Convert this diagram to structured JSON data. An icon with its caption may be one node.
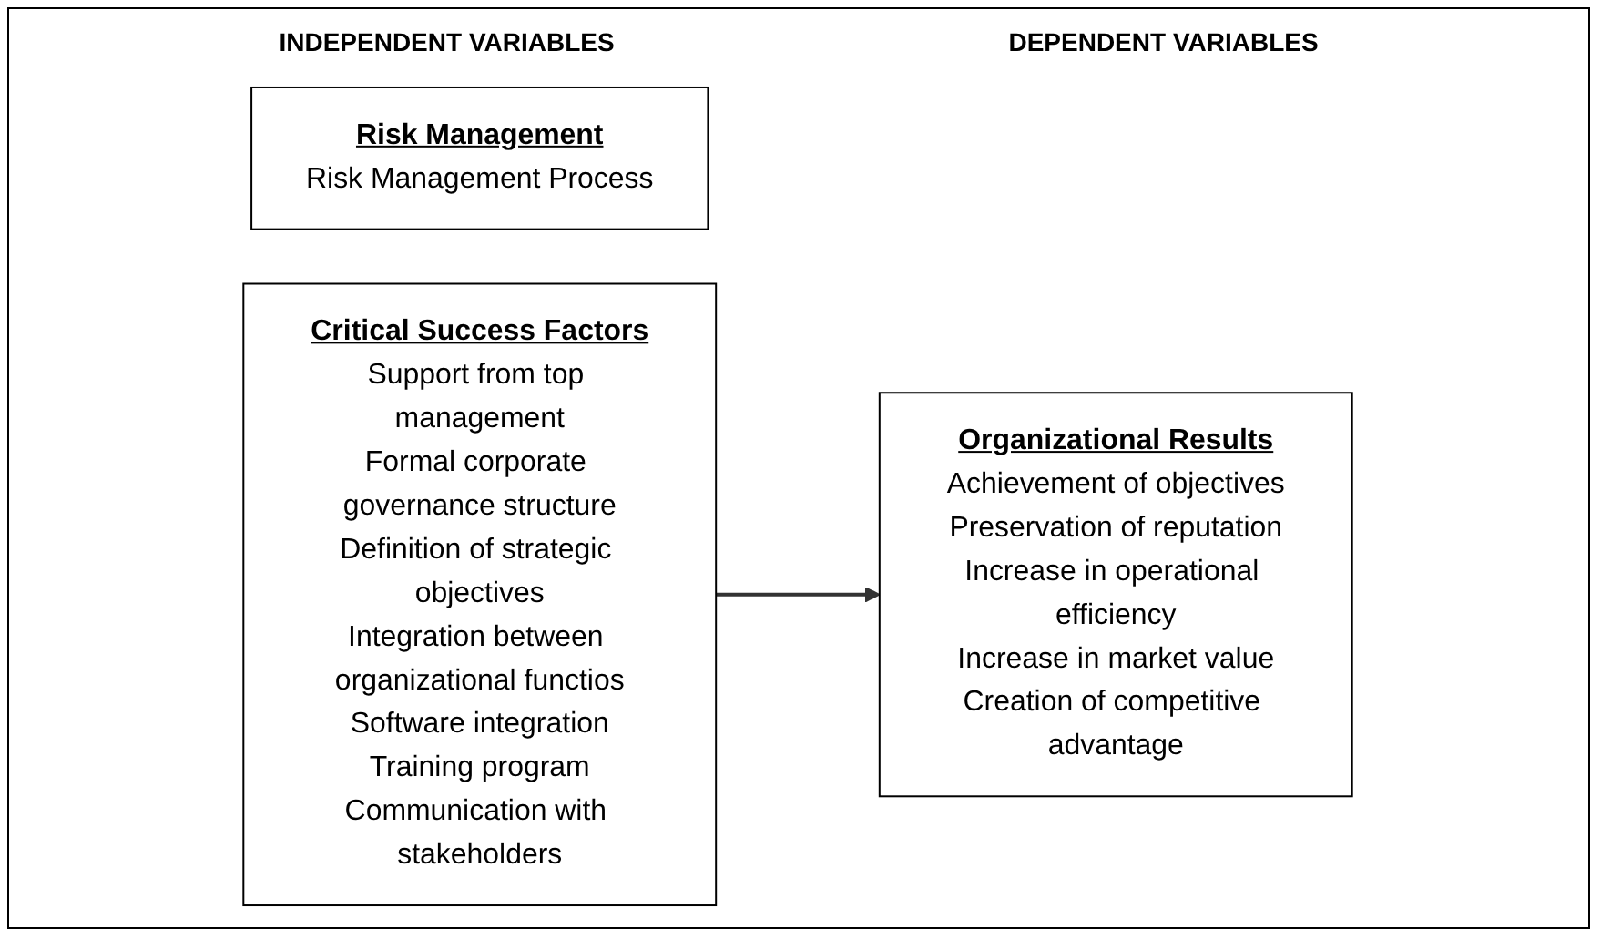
{
  "diagram": {
    "nodes": [
      {
        "text": [
          "Risk Management",
          "Risk Management Process"
        ]
      },
      {
        "text": [
          "Critical Success Factors",
          "Support from top management",
          "Formal corporate governance structure",
          "Definition of strategic objectives",
          "Integration between organizational functios",
          "Software integration",
          "Training program",
          "Communication with stakeholders"
        ]
      },
      {
        "text": [
          "Organizational Results",
          "Achievement of objectives",
          "Preservation of reputation",
          "Increase in operational efficiency",
          "Increase in market value",
          "Creation of competitive advantage"
        ]
      }
    ],
    "edges": [
      {
        "from": 1,
        "to": 2,
        "arrow": "to"
      }
    ],
    "labels": [
      "INDEPENDENT VARIABLES",
      "DEPENDENT VARIABLES"
    ]
  }
}
